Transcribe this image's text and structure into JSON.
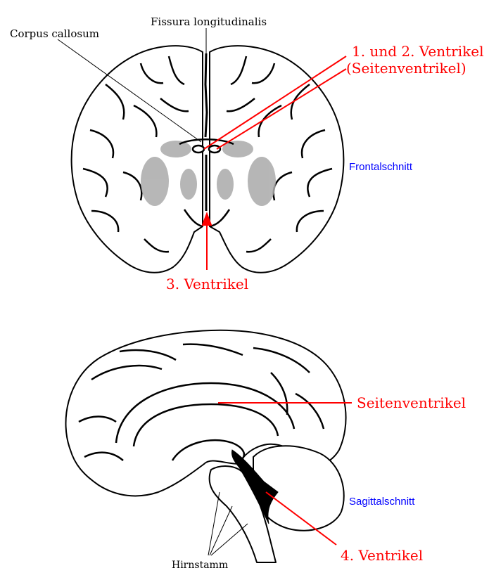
{
  "colors": {
    "annotation": "#ff0000",
    "section_label": "#0000ff",
    "outline": "#000000",
    "gray_matter": "#aaaaaa"
  },
  "frontal": {
    "label_fissura": "Fissura longitudinalis",
    "label_corpus": "Corpus callosum",
    "label_ventrikel12_line1": "1. und 2. Ventrikel",
    "label_ventrikel12_line2": "(Seitenventrikel)",
    "label_ventrikel3": "3. Ventrikel",
    "section_name": "Frontalschnitt"
  },
  "sagittal": {
    "label_seitenventrikel": "Seitenventrikel",
    "label_ventrikel4": "4. Ventrikel",
    "label_hirnstamm": "Hirnstamm",
    "section_name": "Sagittalschnitt"
  }
}
